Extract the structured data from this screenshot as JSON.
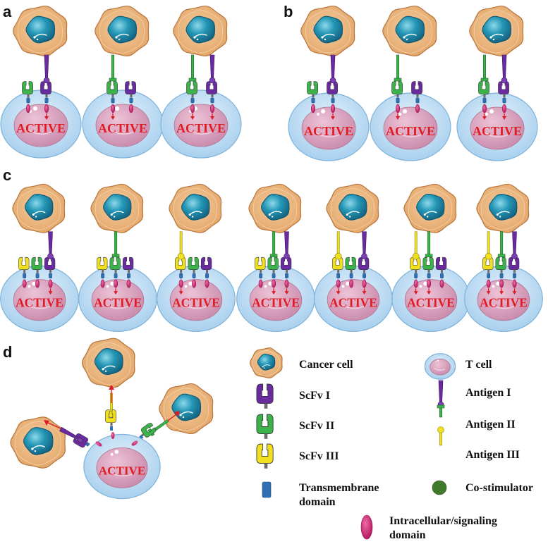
{
  "panels": {
    "a": "a",
    "b": "b",
    "c": "c",
    "d": "d"
  },
  "active_text": "ACTIVE",
  "colors": {
    "cancer_outer": "#e9b27a",
    "cancer_outline": "#b9773e",
    "nucleus": "#1f8aa8",
    "nucleus_light": "#7fd0e6",
    "tcell_outer": "#bcdcf2",
    "tcell_outline": "#7fb3d9",
    "tcell_nucleus": "#d9a3bf",
    "active_red": "#e01b24",
    "scfv1": "#6a2aa0",
    "scfv2": "#3bb34a",
    "scfv3": "#f0e020",
    "transmembrane": "#2f6fb5",
    "signaling": "#d6246e",
    "costim": "#3f7a2a"
  },
  "legend": {
    "cancer": "Cancer cell",
    "tcell": "T cell",
    "scfv1": "ScFv I",
    "antigen1": "Antigen I",
    "scfv2": "ScFv II",
    "antigen2": "Antigen II",
    "scfv3": "ScFv III",
    "antigen3": "Antigen III",
    "transmembrane_l1": "Transmembrane",
    "transmembrane_l2": "domain",
    "costim": "Co-stimulator",
    "signaling_l1": "Intracellular/signaling",
    "signaling_l2": "domain"
  }
}
